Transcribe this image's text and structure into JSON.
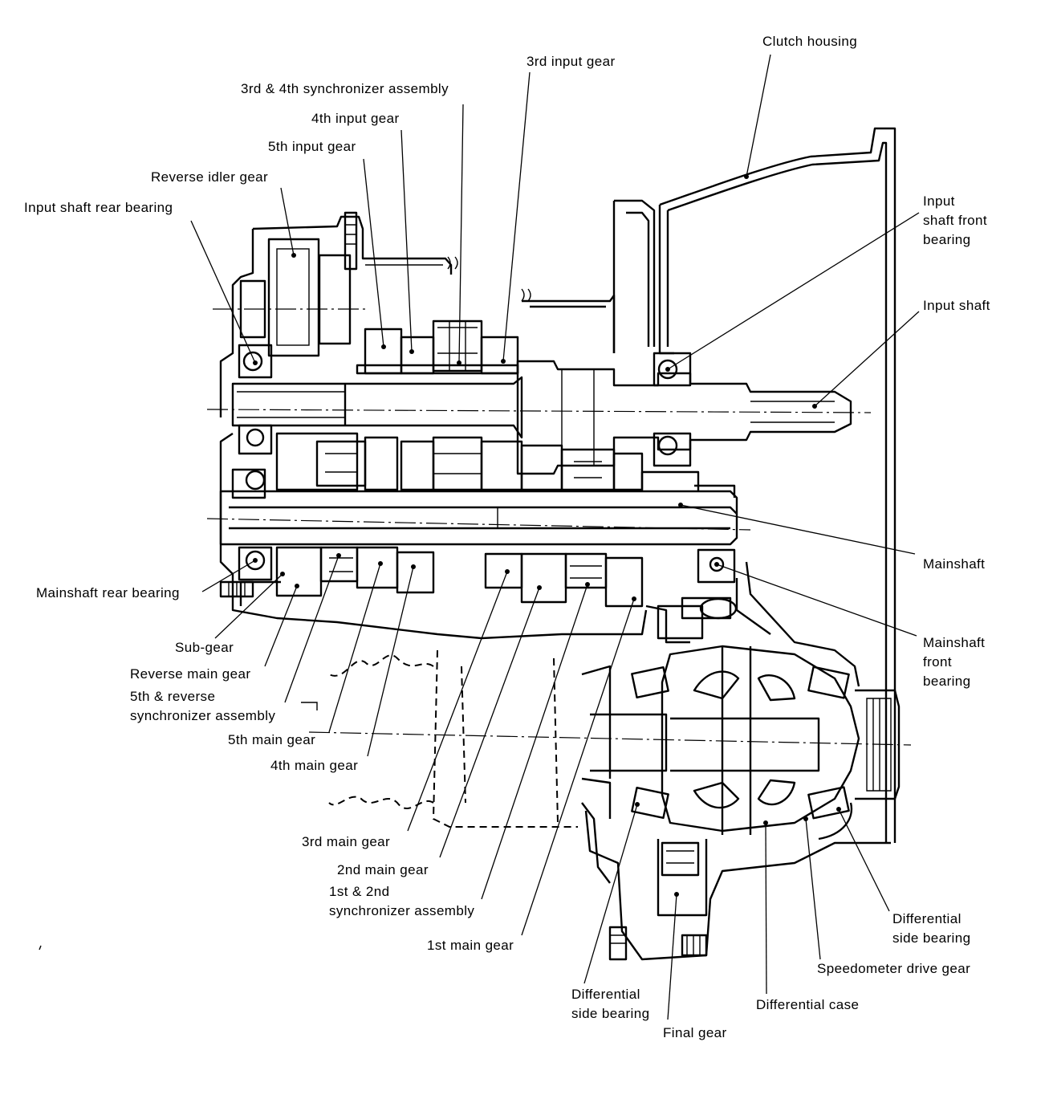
{
  "labels": {
    "clutch_housing": "Clutch housing",
    "third_input_gear": "3rd input gear",
    "third_fourth_sync": "3rd & 4th synchronizer assembly",
    "fourth_input_gear": "4th input gear",
    "fifth_input_gear": "5th input gear",
    "reverse_idler_gear": "Reverse idler gear",
    "input_shaft_rear_bearing": "Input shaft rear bearing",
    "input_shaft_front_bearing_1": "Input",
    "input_shaft_front_bearing_2": "shaft front",
    "input_shaft_front_bearing_3": "bearing",
    "input_shaft": "Input shaft",
    "mainshaft": "Mainshaft",
    "mainshaft_front_bearing_1": "Mainshaft",
    "mainshaft_front_bearing_2": "front",
    "mainshaft_front_bearing_3": "bearing",
    "mainshaft_rear_bearing": "Mainshaft rear bearing",
    "sub_gear": "Sub-gear",
    "reverse_main_gear": "Reverse main gear",
    "fifth_reverse_sync_1": "5th & reverse",
    "fifth_reverse_sync_2": "synchronizer assembly",
    "fifth_main_gear": "5th main gear",
    "fourth_main_gear": "4th main gear",
    "third_main_gear": "3rd main gear",
    "second_main_gear": "2nd main gear",
    "first_second_sync_1": "1st & 2nd",
    "first_second_sync_2": "synchronizer assembly",
    "first_main_gear": "1st main gear",
    "diff_side_bearing_left_1": "Differential",
    "diff_side_bearing_left_2": "side bearing",
    "final_gear": "Final gear",
    "differential_case": "Differential case",
    "speedometer_drive_gear": "Speedometer drive gear",
    "diff_side_bearing_right_1": "Differential",
    "diff_side_bearing_right_2": "side bearing"
  },
  "colors": {
    "ink": "#000000",
    "paper": "#ffffff"
  }
}
